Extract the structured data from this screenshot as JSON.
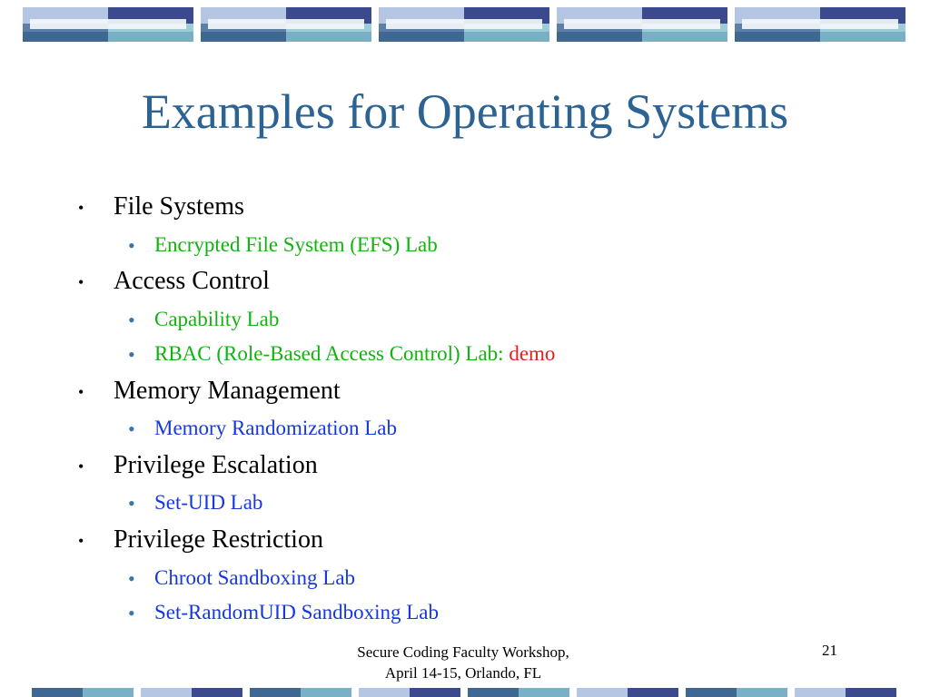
{
  "slide": {
    "title": "Examples for Operating Systems",
    "page_number": "21",
    "footer": {
      "line1": "Secure Coding Faculty Workshop,",
      "line2": "April 14-15, Orlando, FL"
    }
  },
  "bullets": [
    {
      "label": "File Systems",
      "subs": [
        {
          "text": "Encrypted File System (EFS) Lab",
          "color": "#12b212"
        }
      ]
    },
    {
      "label": "Access Control",
      "subs": [
        {
          "text": "Capability Lab",
          "color": "#12b212"
        },
        {
          "text": "RBAC (Role-Based Access Control) Lab: ",
          "suffix": "demo",
          "color": "#12b212",
          "suffix_color": "#e0201c"
        }
      ]
    },
    {
      "label": "Memory Management",
      "subs": [
        {
          "text": "Memory Randomization Lab",
          "color": "#1638e0"
        }
      ]
    },
    {
      "label": "Privilege Escalation",
      "subs": [
        {
          "text": "Set-UID Lab",
          "color": "#1638e0"
        }
      ]
    },
    {
      "label": "Privilege Restriction",
      "subs": [
        {
          "text": "Chroot Sandboxing Lab",
          "color": "#1638e0"
        },
        {
          "text": "Set-RandomUID Sandboxing Lab",
          "color": "#1638e0"
        }
      ]
    }
  ],
  "theme": {
    "title_color": "#2d6393",
    "bullet_color_sub": "#3a76a8",
    "band_colors": [
      "#b4c6e4",
      "#3b4a8c",
      "#5d7fa6",
      "#9ecbd8",
      "#3e6891",
      "#7ab0c6"
    ]
  }
}
